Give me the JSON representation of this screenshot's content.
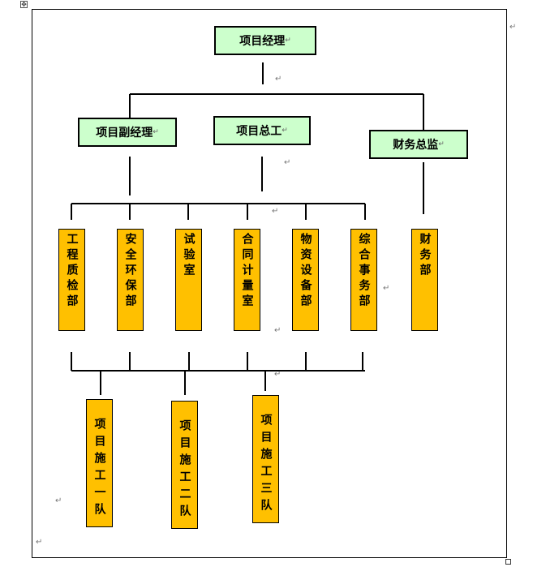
{
  "org": {
    "manager": "项目经理",
    "deputy_manager": "项目副经理",
    "chief_engineer": "项目总工",
    "finance_director": "财务总监",
    "departments": [
      "工程质检部",
      "安全环保部",
      "试验室",
      "合同计量室",
      "物资设备部",
      "综合事务部",
      "财务部"
    ],
    "teams": [
      "项目施工一队",
      "项目施工二队",
      "项目施工三队"
    ]
  },
  "marks": {
    "return": "↵",
    "move_handle": "✥"
  },
  "colors": {
    "header_fill": "#ccffcc",
    "department_fill": "#ffc000",
    "line": "#000000"
  }
}
